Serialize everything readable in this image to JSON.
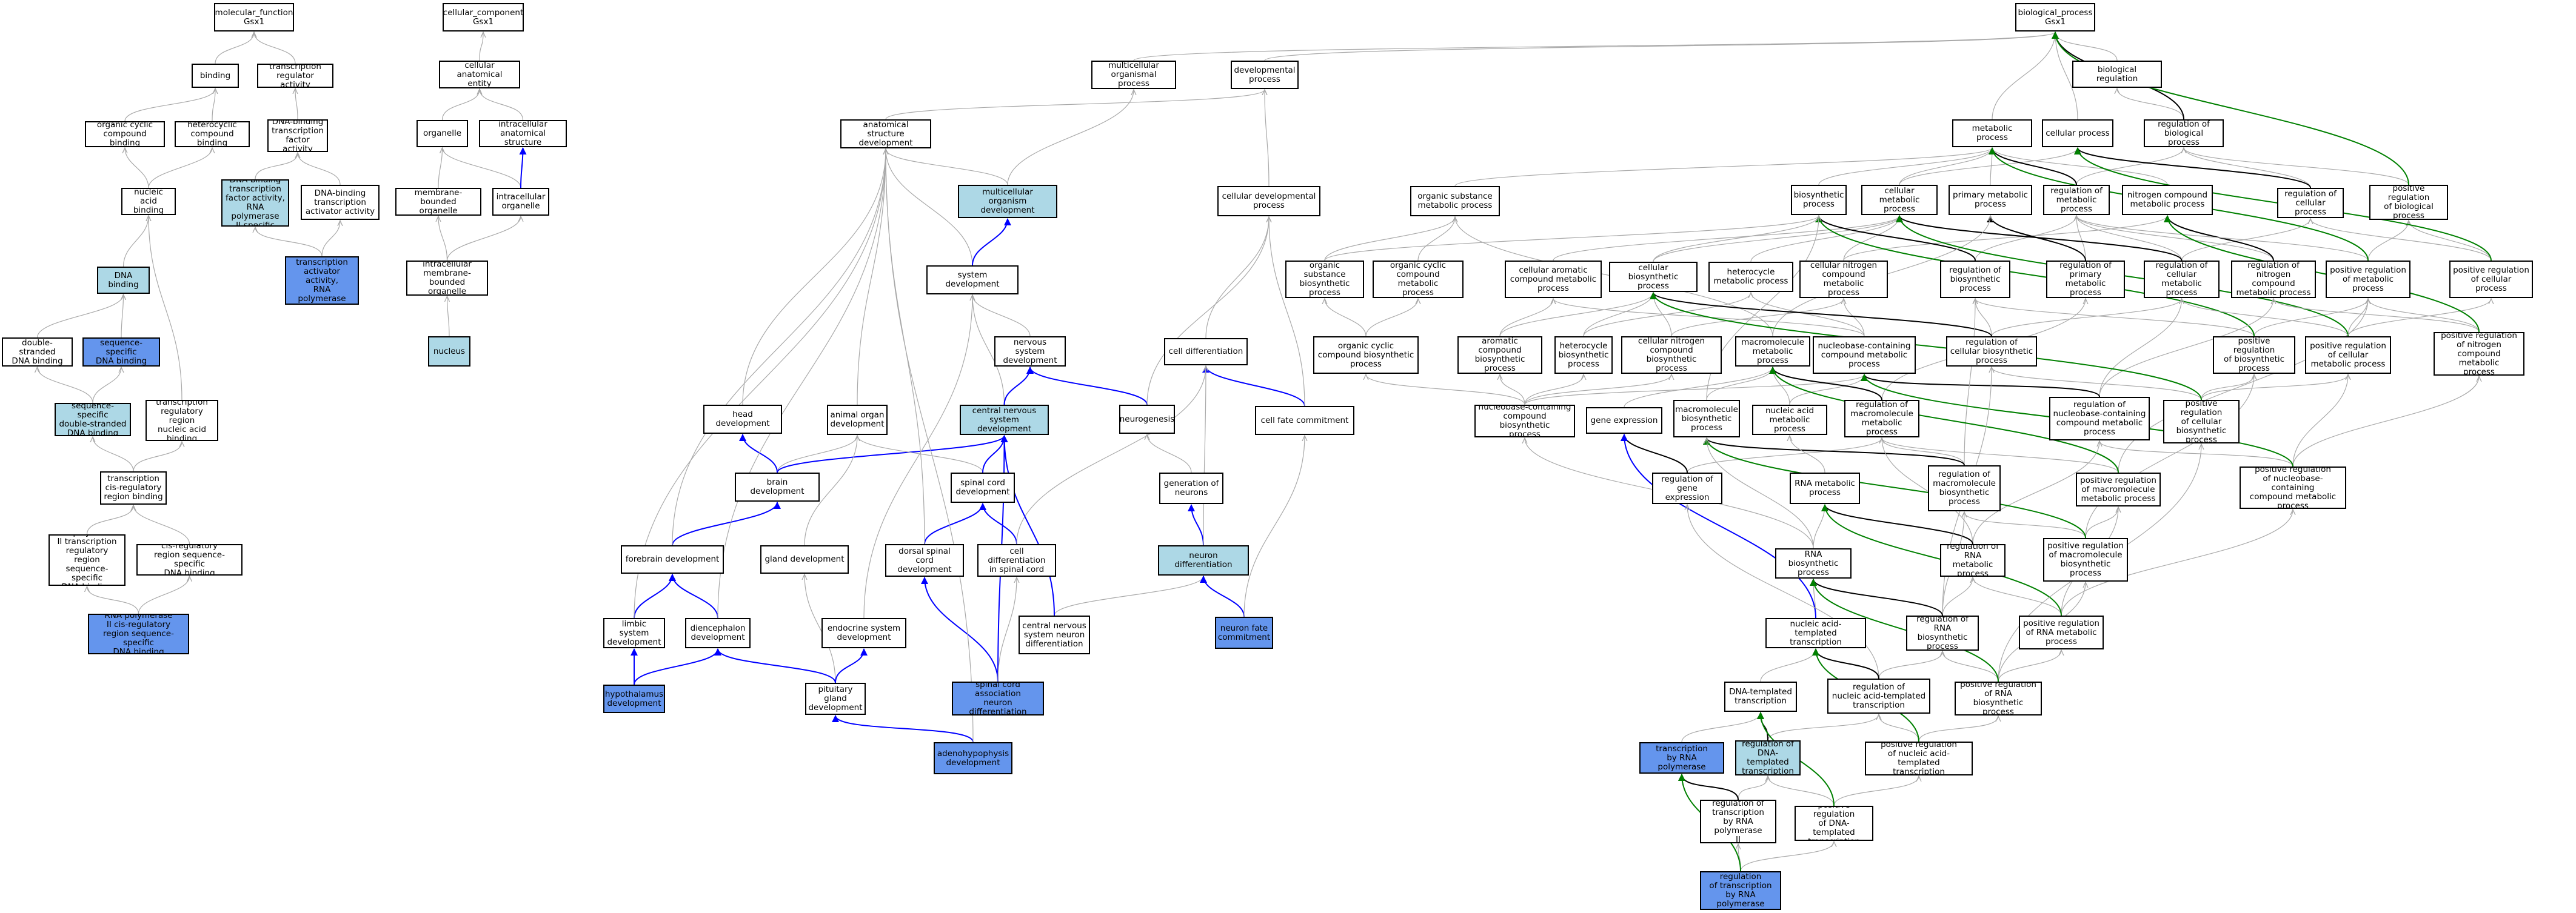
{
  "nodes": {
    "mf": "molecular_function\nGsx1",
    "binding": "binding",
    "trra": "transcription\nregulator activity",
    "ocb": "organic cyclic\ncompound binding",
    "hcb": "heterocyclic\ncompound binding",
    "dbtfa": "DNA-binding\ntranscription\nfactor activity",
    "nab": "nucleic acid\nbinding",
    "dbtfa2": "DNA-binding\ntranscription\nfactor activity,\nRNA polymerase\nII-specific",
    "dbtaa": "DNA-binding\ntranscription\nactivator activity",
    "dnab": "DNA binding",
    "dbtaa2": "DNA-binding\ntranscription\nactivator activity,\nRNA polymerase\nII-specific",
    "dsdb": "double-stranded\nDNA binding",
    "ssdb": "sequence-specific\nDNA binding",
    "ssdsdb": "sequence-specific\ndouble-stranded\nDNA binding",
    "trrnab": "transcription\nregulatory region\nnucleic acid\nbinding",
    "tcrrb": "transcription\ncis-regulatory\nregion binding",
    "rp2trr": "RNA polymerase\nII transcription\nregulatory region\nsequence-specific\nDNA binding",
    "crrssdb": "cis-regulatory\nregion sequence-specific\nDNA binding",
    "rp2crr": "RNA polymerase\nII cis-regulatory\nregion sequence-specific\nDNA binding",
    "cc": "cellular_component\nGsx1",
    "cae": "cellular anatomical\nentity",
    "org": "organelle",
    "ias": "intracellular\nanatomical structure",
    "mbo": "membrane-bounded\norganelle",
    "io": "intracellular\norganelle",
    "imbo": "intracellular\nmembrane-bounded\norganelle",
    "nucleus": "nucleus",
    "mop": "multicellular\norganismal process",
    "devp": "developmental\nprocess",
    "asd": "anatomical structure\ndevelopment",
    "mod": "multicellular\norganism development",
    "cdp": "cellular developmental\nprocess",
    "sysd": "system development",
    "nsd": "nervous system\ndevelopment",
    "cdiff": "cell differentiation",
    "headd": "head development",
    "aod": "animal organ\ndevelopment",
    "cnsd": "central nervous\nsystem development",
    "neurog": "neurogenesis",
    "cfc": "cell fate commitment",
    "braind": "brain development",
    "scd": "spinal cord\ndevelopment",
    "gon": "generation of\nneurons",
    "forebd": "forebrain development",
    "glandd": "gland development",
    "dscd": "dorsal spinal\ncord development",
    "cdsc": "cell differentiation\nin spinal cord",
    "nd": "neuron differentiation",
    "lsd": "limbic system\ndevelopment",
    "dienc": "diencephalon\ndevelopment",
    "esd": "endocrine system\ndevelopment",
    "cnsnd": "central nervous\nsystem neuron\ndifferentiation",
    "nfc": "neuron fate\ncommitment",
    "hypo": "hypothalamus\ndevelopment",
    "pgd": "pituitary gland\ndevelopment",
    "scand": "spinal cord\nassociation\nneuron differentiation",
    "adeno": "adenohypophysis\ndevelopment",
    "bp": "biological_process\nGsx1",
    "metp": "metabolic process",
    "cellp": "cellular process",
    "breg": "biological regulation",
    "rbp": "regulation of\nbiological process",
    "osmp": "organic substance\nmetabolic process",
    "biosyn": "biosynthetic\nprocess",
    "cmp": "cellular metabolic\nprocess",
    "pmp": "primary metabolic\nprocess",
    "rmp": "regulation of\nmetabolic process",
    "ncmp": "nitrogen compound\nmetabolic process",
    "rcp": "regulation of\ncellular process",
    "prbp": "positive regulation\nof biological\nprocess",
    "osbp": "organic substance\nbiosynthetic\nprocess",
    "occmp": "organic cyclic\ncompound metabolic\nprocess",
    "cacmp": "cellular aromatic\ncompound metabolic\nprocess",
    "cbp": "cellular biosynthetic\nprocess",
    "hmp": "heterocycle\nmetabolic process",
    "cncmp": "cellular nitrogen\ncompound metabolic\nprocess",
    "rbsp": "regulation of\nbiosynthetic\nprocess",
    "rpmp": "regulation of\nprimary metabolic\nprocess",
    "rcmp": "regulation of\ncellular metabolic\nprocess",
    "rncmp": "regulation of\nnitrogen compound\nmetabolic process",
    "prmp": "positive regulation\nof metabolic\nprocess",
    "prcp": "positive regulation\nof cellular\nprocess",
    "occbp": "organic cyclic\ncompound biosynthetic\nprocess",
    "acbp": "aromatic compound\nbiosynthetic\nprocess",
    "hbp": "heterocycle\nbiosynthetic\nprocess",
    "cncbp": "cellular nitrogen\ncompound biosynthetic\nprocess",
    "mmp": "macromolecule\nmetabolic process",
    "nbcmp": "nucleobase-containing\ncompound metabolic\nprocess",
    "rcbp": "regulation of\ncellular biosynthetic\nprocess",
    "prbsp": "positive regulation\nof biosynthetic\nprocess",
    "prcmp": "positive regulation\nof cellular\nmetabolic process",
    "prncmp": "positive regulation\nof nitrogen\ncompound metabolic\nprocess",
    "nbcbp": "nucleobase-containing\ncompound biosynthetic\nprocess",
    "ge": "gene expression",
    "mbsp": "macromolecule\nbiosynthetic\nprocess",
    "namp": "nucleic acid\nmetabolic process",
    "rmmp": "regulation of\nmacromolecule\nmetabolic process",
    "rnbcmp": "regulation of\nnucleobase-containing\ncompound metabolic\nprocess",
    "prcbp": "positive regulation\nof cellular\nbiosynthetic\nprocess",
    "rge": "regulation of\ngene expression",
    "rmbsp": "regulation of\nmacromolecule\nbiosynthetic\nprocess",
    "prmmp": "positive regulation\nof macromolecule\nmetabolic process",
    "prnbcmp": "positive regulation\nof nucleobase-containing\ncompound metabolic\nprocess",
    "rnamp": "RNA metabolic\nprocess",
    "rrmp": "regulation of\nRNA metabolic\nprocess",
    "prmbsp": "positive regulation\nof macromolecule\nbiosynthetic\nprocess",
    "rnabp": "RNA biosynthetic\nprocess",
    "prrmp": "positive regulation\nof RNA metabolic\nprocess",
    "natt": "nucleic acid-templated\ntranscription",
    "rrbp": "regulation of\nRNA biosynthetic\nprocess",
    "dtt": "DNA-templated\ntranscription",
    "rnatt": "regulation of\nnucleic acid-templated\ntranscription",
    "prrbp": "positive regulation\nof RNA biosynthetic\nprocess",
    "trnap": "transcription\nby RNA polymerase",
    "rdtt": "regulation of\nDNA-templated\ntranscription",
    "prnatt": "positive regulation\nof nucleic acid-templated\ntranscription",
    "rtrp2": "regulation of\ntranscription\nby RNA polymerase\nII",
    "prdtt": "positive regulation\nof DNA-templated\ntranscription",
    "prtrp2": "positive regulation\nof transcription\nby RNA polymerase\nII"
  },
  "colors": {
    "is_a_edge": "#a9a9a9",
    "part_of_edge": "#0000ff",
    "regulates_edge": "#000000",
    "positively_regulates_edge": "#008000",
    "highlight_light": "#add8e6",
    "highlight_dark": "#6495ed"
  }
}
